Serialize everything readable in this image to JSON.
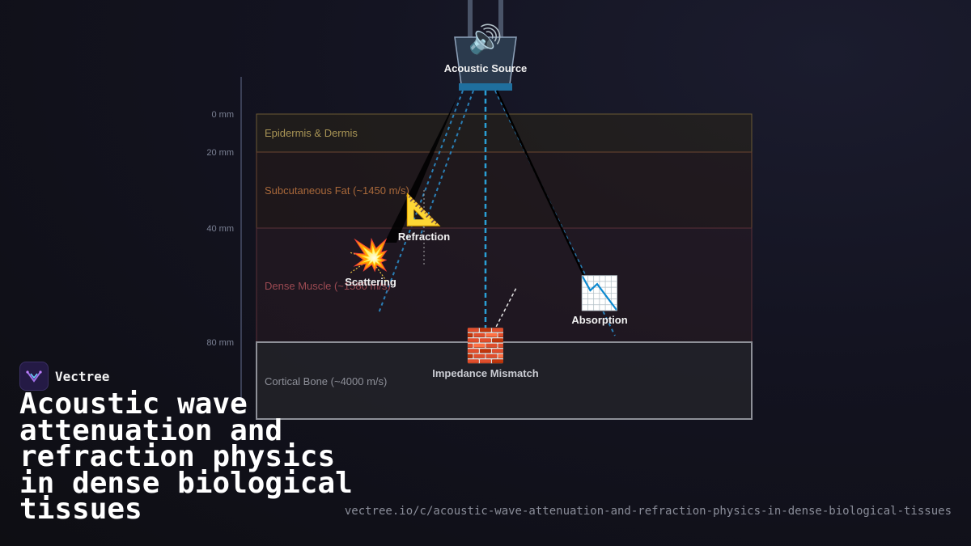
{
  "diagram": {
    "source": {
      "label": "Acoustic Source",
      "icon": "speaker-icon",
      "glyph": "🔊"
    },
    "layers": [
      {
        "name": "Epidermis & Dermis",
        "color": "#a89455"
      },
      {
        "name": "Subcutaneous Fat (~1450 m/s)",
        "color": "#a8683a"
      },
      {
        "name": "Dense Muscle (~1580 m/s)",
        "color": "#9c4a52"
      },
      {
        "name": "Cortical Bone (~4000 m/s)",
        "color": "#8d8f98"
      }
    ],
    "depth_ticks": [
      "0 mm",
      "20 mm",
      "40 mm",
      "80 mm"
    ],
    "phenomena": {
      "refraction": {
        "label": "Refraction",
        "icon": "triangle-ruler-icon",
        "glyph": "📐"
      },
      "scattering": {
        "label": "Scattering",
        "icon": "collision-icon",
        "glyph": "💥"
      },
      "absorption": {
        "label": "Absorption",
        "icon": "chart-decreasing-icon",
        "glyph": "📉"
      },
      "impedance": {
        "label": "Impedance Mismatch",
        "icon": "brick-icon",
        "glyph": "🧱"
      }
    },
    "colors": {
      "beam": "#2a9fd6",
      "transducer": "#2b3a4d",
      "transducer_face": "#1f6f9e"
    }
  },
  "brand": {
    "name": "Vectree",
    "icon": "vectree-logo-icon"
  },
  "title": "Acoustic wave attenuation and refraction physics in dense biological tissues",
  "url": "vectree.io/c/acoustic-wave-attenuation-and-refraction-physics-in-dense-biological-tissues"
}
